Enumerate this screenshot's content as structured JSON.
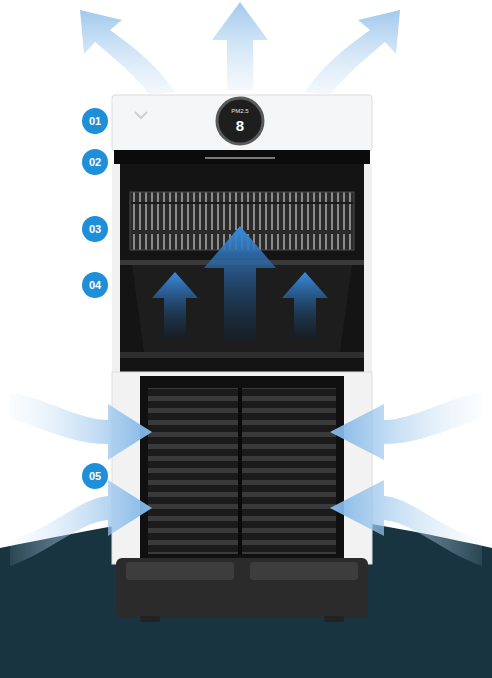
{
  "diagram": {
    "labels": [
      "01",
      "02",
      "03",
      "04",
      "05",
      "PM2.5",
      "8"
    ]
  }
}
